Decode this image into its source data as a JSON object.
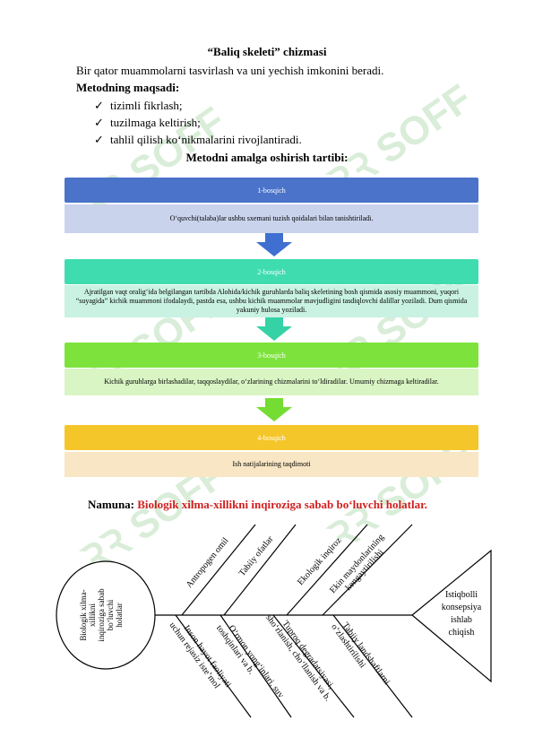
{
  "title": "“Baliq skeleti” chizmasi",
  "intro": "Bir qator muammolarni tasvirlash va uni yechish imkonini beradi.",
  "goal_heading": "Metodning maqsadi:",
  "goals": [
    "tizimli fikrlash;",
    "tuzilmaga keltirish;",
    "tahlil qilish ko‘nikmalarini rivojlantiradi."
  ],
  "procedure_heading": "Metodni amalga oshirish tartibi:",
  "stages": [
    {
      "label": "1-bosqich",
      "text": "O‘quvchi(talaba)lar ushbu  sxemani tuzish qoidalari bilan tanishtiriladi.",
      "head_color": "#4a73c9",
      "body_color": "#c9d3ec"
    },
    {
      "label": "2-bosqich",
      "text": "Ajratilgan vaqt oralig‘ida belgilangan tartibda Alohida/kichik guruhlarda baliq skeletining bosh qismida asosiy muammoni, yuqori “suyagida” kichik muammoni ifodalaydi, pastda esa, ushbu kichik muammolar mavjudligini tasdiqlovchi dalillar yoziladi. Dum qismida yakuniy hulosa yoziladi.",
      "head_color": "#3fdcb0",
      "body_color": "#c9f2e3"
    },
    {
      "label": "3-bosqich",
      "text": "Kichik guruhlarga birlashadilar, taqqoslaydilar, o‘zlarining chizmalarini to‘ldiradilar. Umumiy chizmaga keltiradilar.",
      "head_color": "#7de33c",
      "body_color": "#d9f5c4"
    },
    {
      "label": "4-bosqich",
      "text": "Ish natijalarining taqdimoti",
      "head_color": "#f5c62a",
      "body_color": "#f8e6c4"
    }
  ],
  "example_label": "Namuna:",
  "example_title": "Biologik xilma-xillikni inqiroziga sabab bo‘luvchi holatlar.",
  "fishbone": {
    "head_text": [
      "Biologik xilma-",
      "xillikni",
      "inqiroziga sabab",
      "bo‘luvchi",
      "holatlar"
    ],
    "tail_text": [
      "Istiqbolli",
      "konsepsiya",
      "ishlab",
      "chiqish"
    ],
    "top_bones": [
      "Antropogen omil",
      "Tabiiy ofatlar",
      "Ekologik inqiroz",
      "Ekin maydonlarining kengaytirilishi"
    ],
    "bottom_bones": [
      "Inson hayot faoliyati uchun rejasiz iste’mol",
      "O‘rmon yong‘inlari, suv toshqinlari va b.",
      "Tuproq degradatsiyasi, sho‘rlanish, cho‘llanish va b.",
      "Tabiiy landshaftlarni o‘zlashtirilishi"
    ]
  },
  "watermark": "SOFF"
}
